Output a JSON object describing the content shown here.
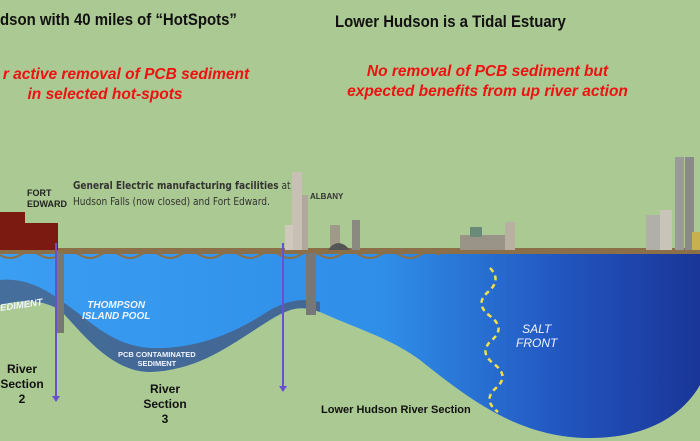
{
  "header": {
    "left_title": "dson with 40 miles of  “HotSpots”",
    "right_title": "Lower Hudson is a Tidal Estuary"
  },
  "notes": {
    "left_line1": "r active removal of PCB sediment",
    "left_line2": "in selected hot-spots",
    "right_line1": "No removal of PCB sediment but",
    "right_line2": "expected benefits from up river action"
  },
  "labels": {
    "fort_edward": [
      "FORT",
      "EDWARD"
    ],
    "ge_line1_bold": "General Electric manufacturing facilities",
    "ge_line1_rest": " at",
    "ge_line2": "Hudson Falls (now closed) and Fort Edward.",
    "albany": "ALBANY",
    "sediment_left": "EDIMENT",
    "thompson": [
      "THOMPSON",
      "ISLAND POOL"
    ],
    "pcb_sediment": [
      "PCB CONTAMINATED",
      "SEDIMENT"
    ],
    "section2": [
      "River",
      "Section",
      "2"
    ],
    "section3": [
      "River",
      "Section",
      "3"
    ],
    "salt_front": [
      "SALT",
      "FRONT"
    ],
    "lower_section": "Lower Hudson River Section"
  },
  "colors": {
    "background": "#abc992",
    "water": "#3a9ef2",
    "deep_water": "#1a3598",
    "accent_red": "#ee1111",
    "marker": "#6a4fd0",
    "salt_front": "#f2e04a"
  }
}
